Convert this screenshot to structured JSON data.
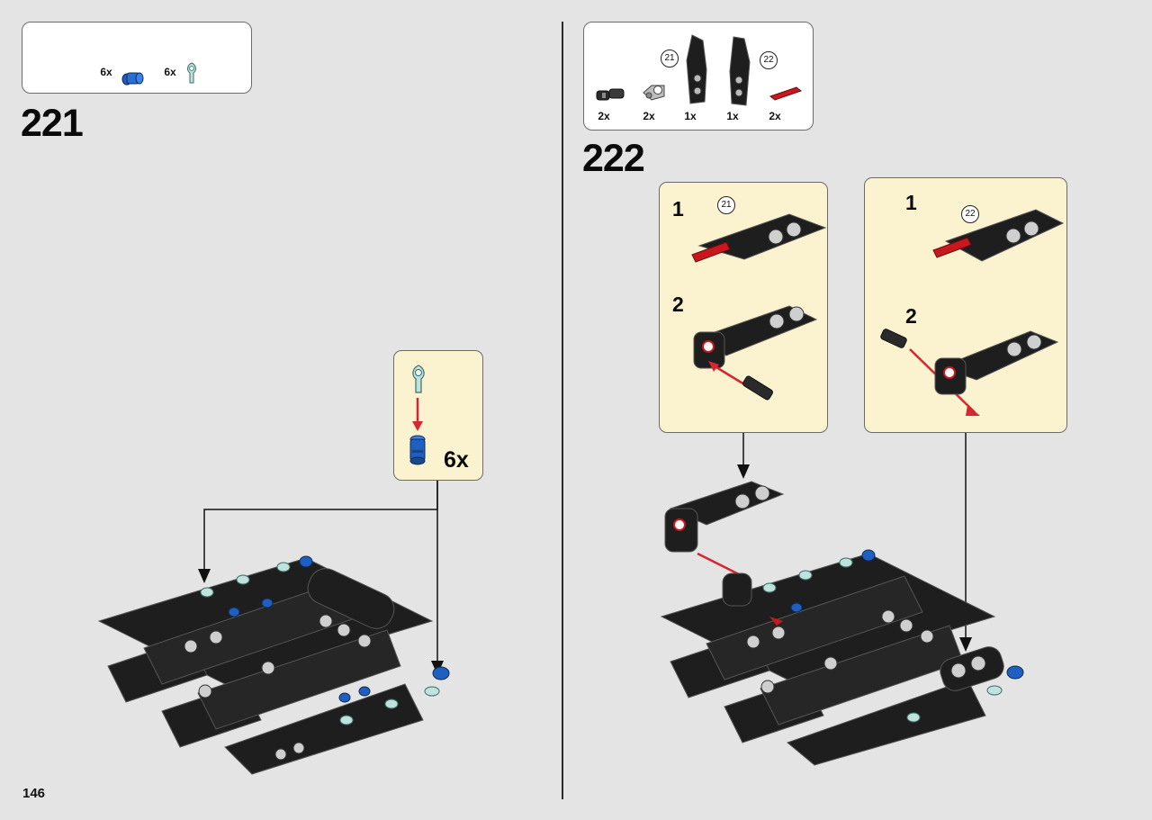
{
  "page": {
    "number": "146"
  },
  "step221": {
    "number": "221",
    "parts": [
      {
        "name": "blue-pin-icon",
        "qty": "6x"
      },
      {
        "name": "light-aqua-connector-icon",
        "qty": "6x"
      }
    ],
    "callout": {
      "qty": "6x"
    }
  },
  "step222": {
    "number": "222",
    "parts": [
      {
        "name": "black-axle-pin-icon",
        "qty": "2x"
      },
      {
        "name": "grey-connector-icon",
        "qty": "2x"
      },
      {
        "name": "black-panel-21-icon",
        "qty": "1x",
        "ref": "21"
      },
      {
        "name": "black-panel-22-icon",
        "qty": "1x",
        "ref": "22"
      },
      {
        "name": "red-axle-icon",
        "qty": "2x"
      }
    ],
    "callout_left": {
      "substeps": [
        {
          "label": "1",
          "ref": "21"
        },
        {
          "label": "2"
        }
      ]
    },
    "callout_right": {
      "substeps": [
        {
          "label": "1",
          "ref": "22"
        },
        {
          "label": "2"
        }
      ]
    }
  },
  "colors": {
    "background": "#e4e4e4",
    "callout": "#fbf3cf",
    "brick_black": "#1e1e1e",
    "brick_blue": "#1f5fbf",
    "brick_aqua": "#bfe3dc",
    "brick_red": "#c8181e",
    "arrow_red": "#d7262f"
  }
}
